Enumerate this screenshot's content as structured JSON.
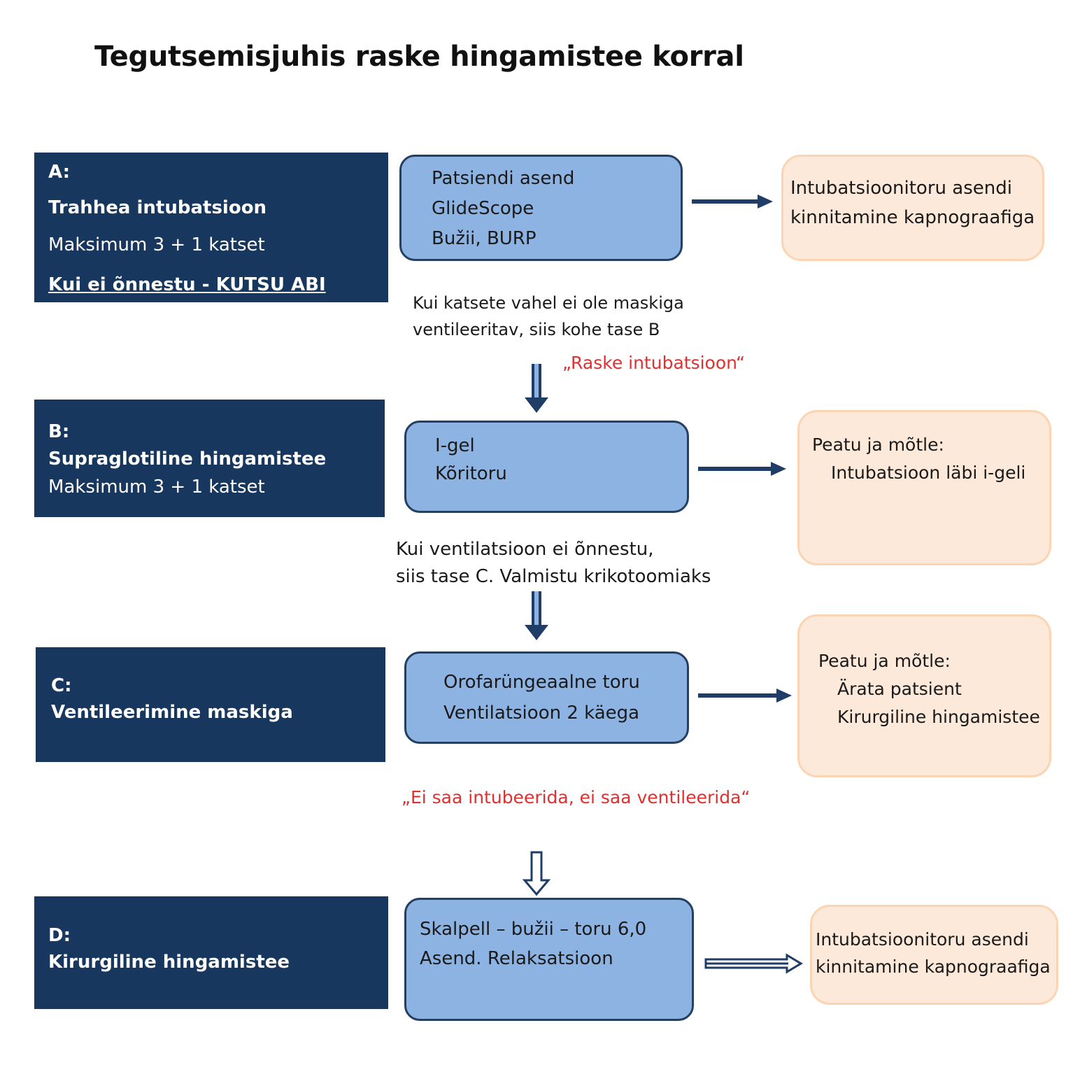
{
  "title": "Tegutsemisjuhis raske hingamistee korral",
  "colors": {
    "level_bg": "#17375e",
    "step_bg": "#8db3e2",
    "step_border": "#243f60",
    "outcome_bg": "#fde9d9",
    "outcome_border": "#fbd4b4",
    "arrow": "#1f3d66",
    "warning_text": "#e03030"
  },
  "levels": {
    "a": {
      "code": "A:",
      "name": "Trahhea intubatsioon",
      "limit": "Maksimum 3 + 1 katset",
      "call": "Kui ei õnnestu - KUTSU ABI"
    },
    "b": {
      "code": "B:",
      "name": "Supraglotiline hingamistee",
      "limit": "Maksimum 3 + 1 katset"
    },
    "c": {
      "code": "C:",
      "name": "Ventileerimine maskiga"
    },
    "d": {
      "code": "D:",
      "name": "Kirurgiline hingamistee"
    }
  },
  "steps": {
    "a": [
      "Patsiendi asend",
      "GlideScope",
      "Bužii, BURP"
    ],
    "b": [
      "I-gel",
      "Kõritoru"
    ],
    "c": [
      "Orofarüngeaalne toru",
      "Ventilatsioon 2 käega"
    ],
    "d": [
      "Skalpell – bužii – toru 6,0",
      "Asend. Relaksatsioon"
    ]
  },
  "outcomes": {
    "a": [
      "Intubatsioonitoru asendi",
      "kinnitamine kapnograafiga"
    ],
    "b": {
      "heading": "Peatu ja mõtle:",
      "items": [
        "Intubatsioon läbi i-geli"
      ]
    },
    "c": {
      "heading": "Peatu ja mõtle:",
      "items": [
        "Ärata patsient",
        "Kirurgiline hingamistee"
      ]
    },
    "d": [
      "Intubatsioonitoru asendi",
      "kinnitamine kapnograafiga"
    ]
  },
  "transitions": {
    "a_to_b": {
      "note": [
        "Kui katsete vahel ei ole maskiga",
        "ventileeritav, siis kohe tase B"
      ],
      "warning": "„Raske intubatsioon“"
    },
    "b_to_c": {
      "note": [
        "Kui ventilatsioon ei õnnestu,",
        "siis tase C. Valmistu krikotoomiaks"
      ]
    },
    "c_to_d": {
      "warning": "„Ei saa intubeerida, ei saa ventileerida“"
    }
  },
  "arrow_icons": [
    "arrow-right-icon",
    "arrow-down-icon",
    "arrow-down-outline-icon",
    "double-arrow-right-icon"
  ]
}
